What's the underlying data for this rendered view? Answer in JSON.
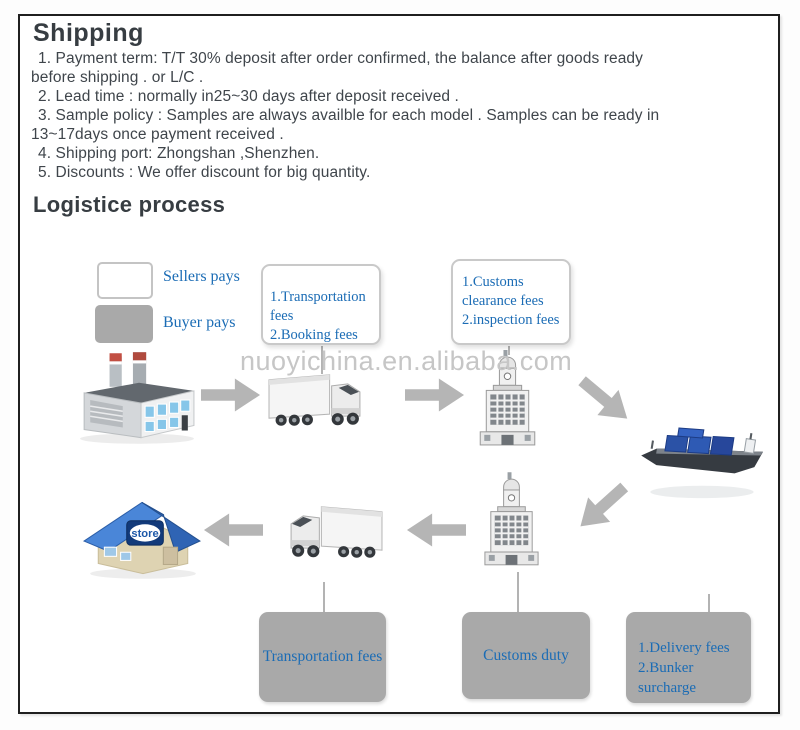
{
  "shipping": {
    "heading": "Shipping",
    "lines": [
      "1. Payment term: T/T 30% deposit after order confirmed, the balance after goods ready",
      "before shipping . or L/C .",
      "2. Lead time : normally in25~30 days after deposit received .",
      "3. Sample policy : Samples are always availble for each model . Samples can be ready in",
      "13~17days once payment received .",
      "4. Shipping port: Zhongshan ,Shenzhen.",
      "5. Discounts : We offer discount for big quantity."
    ]
  },
  "logistics": {
    "heading": "Logistice process",
    "legend": [
      {
        "swatch": "white",
        "label": "Sellers pays"
      },
      {
        "swatch": "gray",
        "label": "Buyer pays"
      }
    ],
    "callouts": {
      "transport_booking": {
        "line1": "1.Transportation fees",
        "line2": "2.Booking fees"
      },
      "customs_clearance": {
        "line1": "1.Customs clearance fees",
        "line2": "2.inspection fees"
      }
    },
    "flow_top": [
      "factory-icon",
      "arrow-right-icon",
      "truck-icon",
      "arrow-right-icon",
      "customs-building-icon",
      "arrow-down-right-icon",
      "ship-icon"
    ],
    "flow_bottom": [
      "arrow-down-left-icon",
      "customs-building-icon",
      "arrow-left-icon",
      "truck-icon",
      "arrow-left-icon",
      "store-icon"
    ],
    "store_sign": "store",
    "watermark": "nuoyichina.en.alibaba.com",
    "bottom_boxes": {
      "transportation": "Transportation fees",
      "customs_duty": "Customs duty",
      "delivery": {
        "line1": "1.Delivery fees",
        "line2": "2.Bunker surcharge"
      }
    }
  },
  "colors": {
    "accent_blue": "#1b6cb5",
    "box_gray": "#a9a9a9",
    "arrow_gray": "#b5b5b5",
    "heading": "#373d42",
    "body_text": "#3f454b",
    "watermark": "#c6c6c6",
    "frame_border": "#1f1f1f"
  }
}
